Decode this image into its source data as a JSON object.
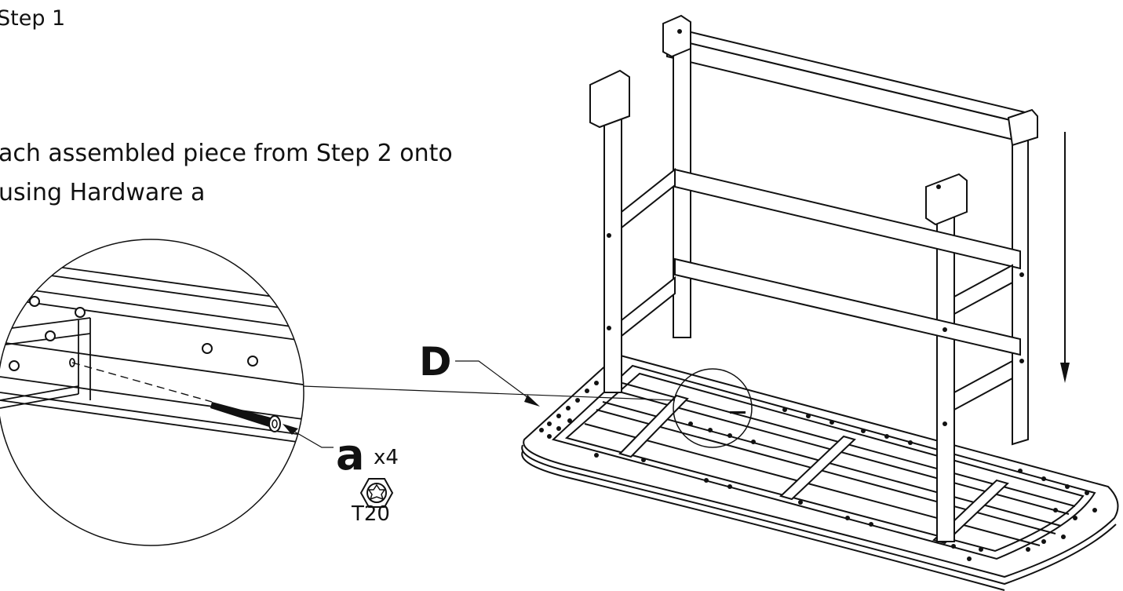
{
  "step": {
    "heading": "Step 1",
    "instruction_line1": "ach assembled piece from Step 2 onto",
    "instruction_line2": "using Hardware a"
  },
  "labels": {
    "part": "D",
    "hardware": "a",
    "quantity": "x4",
    "driver": "T20"
  },
  "icons": {
    "driver_icon": "torx-bit-icon",
    "direction": "down-arrow-icon"
  },
  "colors": {
    "line": "#111111",
    "background": "#ffffff"
  }
}
